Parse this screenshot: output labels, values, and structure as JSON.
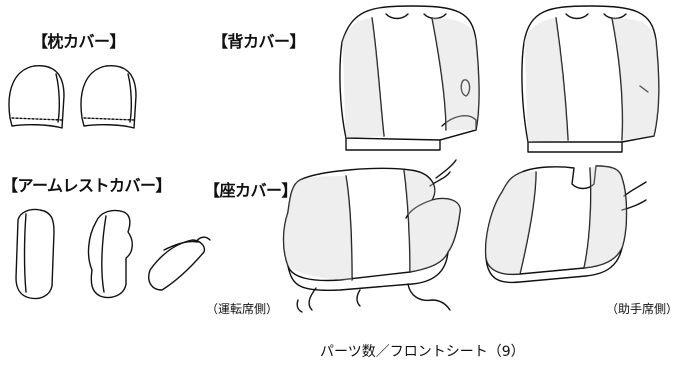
{
  "labels": {
    "pillow": "【枕カバー】",
    "back": "【背カバー】",
    "armrest": "【アームレストカバー】",
    "seat": "【座カバー】",
    "driver": "（運転席側）",
    "passenger": "（助手席側）",
    "parts": "パーツ数／フロントシート（9）"
  },
  "colors": {
    "outline": "#111111",
    "panel": "#cfcfcf",
    "stripe": "#ffffff"
  },
  "icons": [
    "pillow-cover-icon",
    "back-cover-icon",
    "armrest-cover-icon",
    "seat-cover-icon"
  ]
}
